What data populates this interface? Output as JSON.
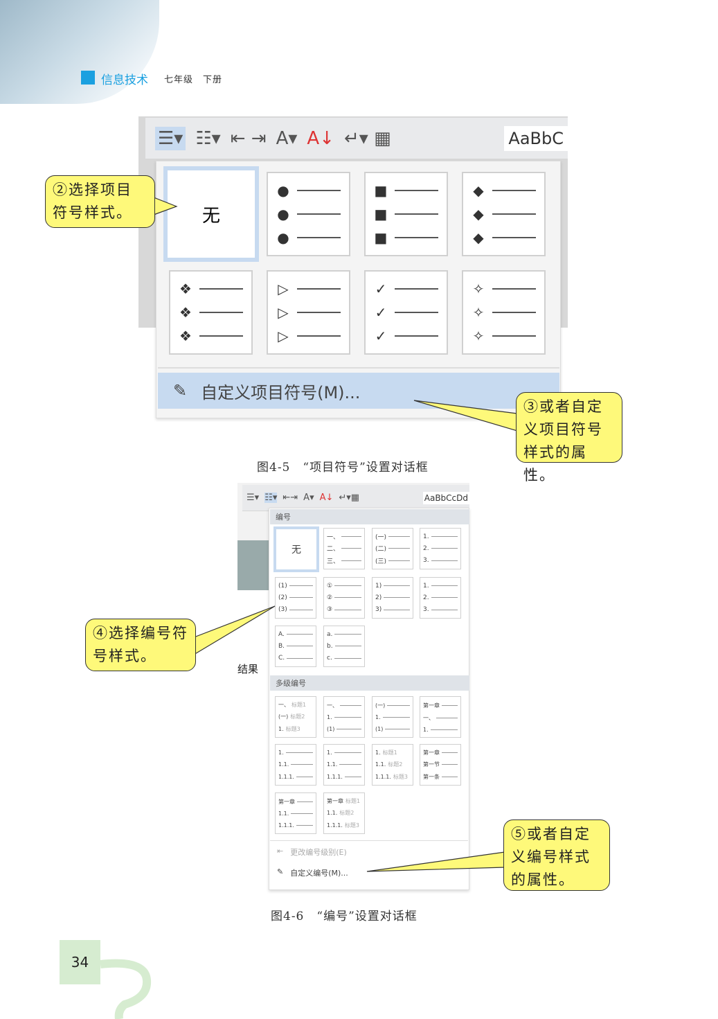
{
  "header": {
    "subject": "信息技术",
    "grade": "七年级　下册"
  },
  "fig1": {
    "toolbar": {
      "style_preview": "AaBbC"
    },
    "none_label": "无",
    "bullets": [
      "●",
      "■",
      "◆",
      "❖",
      "▷",
      "✓",
      "✧"
    ],
    "custom_item": "自定义项目符号(M)...",
    "caption": "图4-5　“项目符号”设置对话框"
  },
  "fig2": {
    "toolbar": {
      "style_preview": "AaBbCcDd"
    },
    "section_numbering": "编号",
    "none_label": "无",
    "numbering": [
      [
        "一、",
        "二、",
        "三、"
      ],
      [
        "(一)",
        "(二)",
        "(三)"
      ],
      [
        "1.",
        "2.",
        "3."
      ],
      [
        "(1)",
        "(2)",
        "(3)"
      ],
      [
        "①",
        "②",
        "③"
      ],
      [
        "1)",
        "2)",
        "3)"
      ],
      [
        "1.",
        "2.",
        "3."
      ],
      [
        "A.",
        "B.",
        "C."
      ],
      [
        "a.",
        "b.",
        "c."
      ]
    ],
    "section_multilevel": "多级编号",
    "multilevel": [
      [
        [
          "一、",
          "标题1"
        ],
        [
          "(一)",
          "标题2"
        ],
        [
          "1.",
          "标题3"
        ]
      ],
      [
        [
          "一、",
          ""
        ],
        [
          "1.",
          ""
        ],
        [
          "(1)",
          ""
        ]
      ],
      [
        [
          "(一)",
          ""
        ],
        [
          "1.",
          ""
        ],
        [
          "(1)",
          ""
        ]
      ],
      [
        [
          "第一章",
          ""
        ],
        [
          "一、",
          ""
        ],
        [
          "1.",
          ""
        ]
      ],
      [
        [
          "1.",
          ""
        ],
        [
          "1.1.",
          ""
        ],
        [
          "1.1.1.",
          ""
        ]
      ],
      [
        [
          "1.",
          ""
        ],
        [
          "1.1.",
          ""
        ],
        [
          "1.1.1.",
          ""
        ]
      ],
      [
        [
          "1.",
          "标题1"
        ],
        [
          "1.1.",
          "标题2"
        ],
        [
          "1.1.1.",
          "标题3"
        ]
      ],
      [
        [
          "第一章",
          ""
        ],
        [
          "第一节",
          ""
        ],
        [
          "第一条",
          ""
        ]
      ],
      [
        [
          "第一章",
          ""
        ],
        [
          "1.1.",
          ""
        ],
        [
          "1.1.1.",
          ""
        ]
      ],
      [
        [
          "第一章",
          "标题1"
        ],
        [
          "1.1.",
          "标题2"
        ],
        [
          "1.1.1.",
          "标题3"
        ]
      ]
    ],
    "change_level": "更改编号级别(E)",
    "custom_item": "自定义编号(M)...",
    "side_text": "结果",
    "caption": "图4-6　“编号”设置对话框"
  },
  "callouts": {
    "c2": "②选择项目符号样式。",
    "c3": "③或者自定义项目符号样式的属性。",
    "c4": "④选择编号符号样式。",
    "c5": "⑤或者自定义编号样式的属性。"
  },
  "page_number": "34",
  "colors": {
    "accent": "#1aa0e0",
    "callout": "#fef97a",
    "page_box": "#d6ecd0"
  }
}
